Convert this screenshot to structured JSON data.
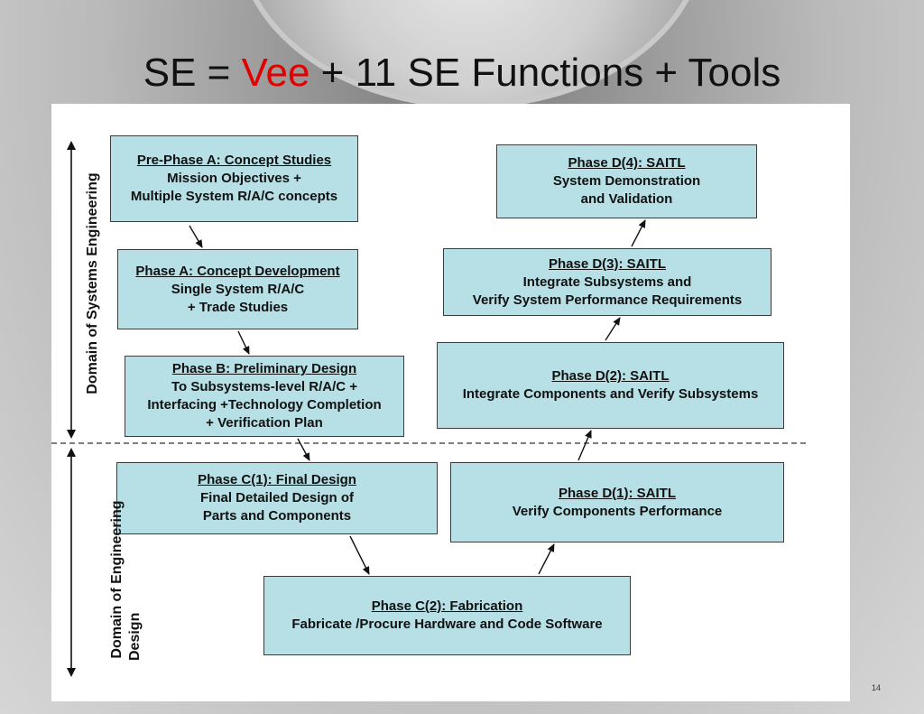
{
  "title": {
    "part1": "SE = ",
    "accent": "Vee",
    "part2": " + 11 SE Functions + Tools"
  },
  "domains": {
    "systems": "Domain of Systems Engineering",
    "design_line1": "Domain of Engineering",
    "design_line2": "Design"
  },
  "boxes": {
    "prephase_a": {
      "head": "Pre-Phase A: Concept Studies",
      "line1": "Mission Objectives +",
      "line2": "Multiple System R/A/C concepts"
    },
    "phase_a": {
      "head": "Phase A: Concept Development",
      "line1": "Single System R/A/C",
      "line2": "+ Trade Studies"
    },
    "phase_b": {
      "head": "Phase B: Preliminary Design",
      "line1": "To Subsystems-level R/A/C +",
      "line2": "Interfacing +Technology Completion",
      "line3": "+ Verification Plan"
    },
    "phase_c1": {
      "head": "Phase C(1): Final Design",
      "line1": "Final Detailed Design of",
      "line2": "Parts and Components"
    },
    "phase_c2": {
      "head": "Phase C(2): Fabrication",
      "line1": "Fabricate /Procure Hardware and  Code Software"
    },
    "phase_d1": {
      "head": "Phase D(1): SAITL",
      "line1": "Verify Components Performance"
    },
    "phase_d2": {
      "head": "Phase D(2): SAITL",
      "line1": "Integrate Components and Verify Subsystems"
    },
    "phase_d3": {
      "head": "Phase D(3): SAITL",
      "line1": "Integrate Subsystems and",
      "line2": "Verify System Performance Requirements"
    },
    "phase_d4": {
      "head": "Phase D(4): SAITL",
      "line1": "System Demonstration",
      "line2": "and Validation"
    }
  },
  "page_number": "14"
}
